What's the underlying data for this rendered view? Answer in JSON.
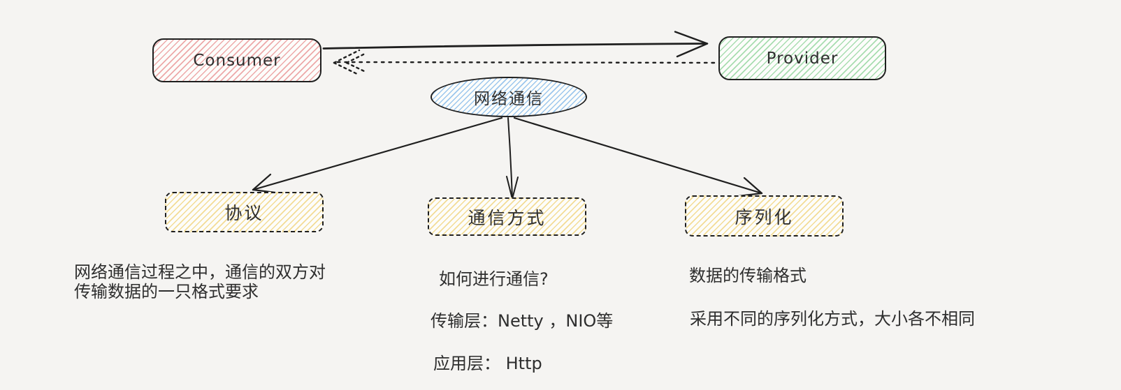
{
  "diagram": {
    "nodes": {
      "consumer": "Consumer",
      "provider": "Provider",
      "hub": "网络通信",
      "protocol": "协议",
      "communication": "通信方式",
      "serialization": "序列化"
    },
    "notes": {
      "protocol_line1": "网络通信过程之中，通信的双方对",
      "protocol_line2": "传输数据的一只格式要求",
      "communication_line1": "如何进行通信?",
      "communication_line2": "传输层：Netty ，NIO等",
      "communication_line3": "应用层： Http",
      "serialization_line1": "数据的传输格式",
      "serialization_line2": "采用不同的序列化方式，大小各不相同"
    },
    "edges": {
      "request": "consumer → provider (solid arrow)",
      "response": "provider → consumer (dashed arrow)",
      "hub_to_protocol": "网络通信 → 协议",
      "hub_to_communication": "网络通信 → 通信方式",
      "hub_to_serialization": "网络通信 → 序列化"
    },
    "colors": {
      "background": "#f5f4f2",
      "stroke": "#1f1f1f",
      "text": "#2e2e2e",
      "consumer_fill": "#eda9a9",
      "provider_fill": "#a8ddb0",
      "hub_fill": "#9cc7ed",
      "topic_fill": "#f3dc96"
    }
  }
}
